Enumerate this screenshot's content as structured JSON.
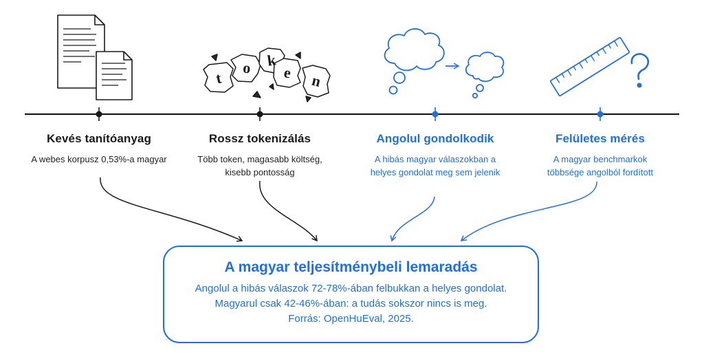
{
  "colors": {
    "dark": "#1a1a1a",
    "blue": "#1f6fe0"
  },
  "token_letters": [
    "t",
    "o",
    "k",
    "e",
    "n"
  ],
  "icons": [
    "documents-icon",
    "torn-token-icon",
    "thought-bubbles-icon",
    "ruler-question-icon"
  ],
  "columns": [
    {
      "title": "Kevés tanítóanyag",
      "text": "A webes korpusz 0,53%-a magyar"
    },
    {
      "title": "Rossz tokenizálás",
      "text": "Több token, magasabb költség, kisebb pontosság"
    },
    {
      "title": "Angolul gondolkodik",
      "text": "A hibás magyar válaszokban a helyes gondolat meg sem jelenik"
    },
    {
      "title": "Felületes mérés",
      "text": "A magyar benchmarkok többsége angolból fordított"
    }
  ],
  "summary": {
    "title": "A magyar teljesítménybeli lemaradás",
    "line1": "Angolul a hibás válaszok 72-78%-ában felbukkan a helyes gondolat.",
    "line2": "Magyarul csak 42-46%-ában: a tudás sokszor nincs is meg.",
    "line3": "Forrás: OpenHuEval, 2025."
  }
}
